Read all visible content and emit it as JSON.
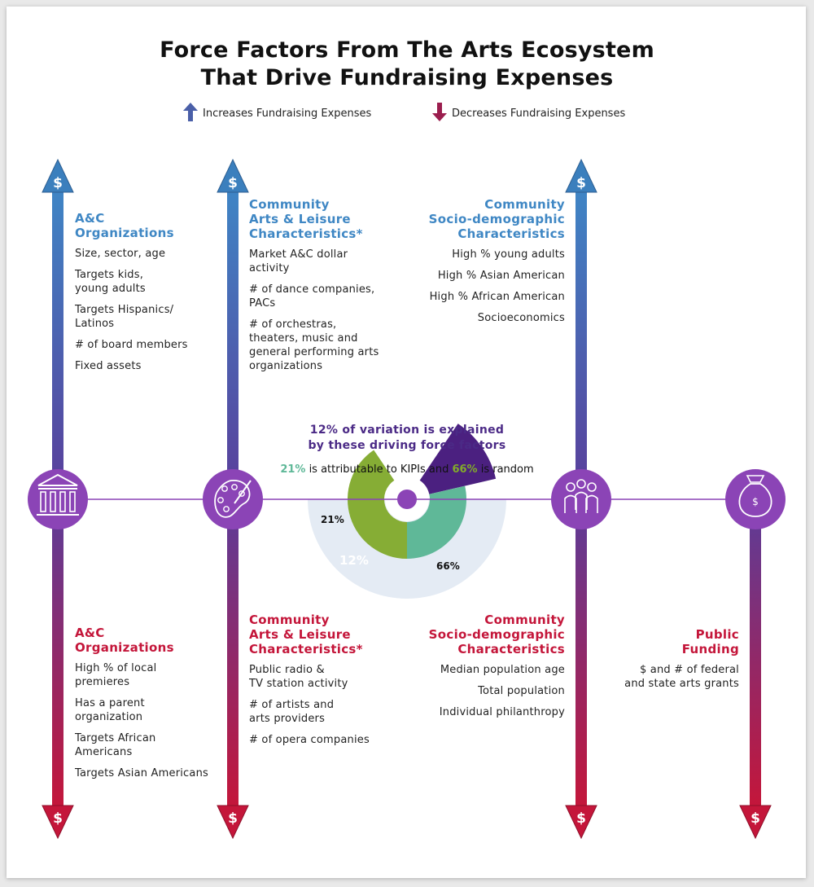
{
  "title": {
    "line1": "Force Factors From The Arts Ecosystem",
    "line2": "That Drive Fundraising Expenses"
  },
  "legend": {
    "increase": "Increases Fundraising Expenses",
    "decrease": "Decreases Fundraising Expenses",
    "increase_color": "#4a5fa8",
    "decrease_color": "#9b1e4e"
  },
  "currency_symbol": "$",
  "columns": [
    {
      "id": "org",
      "icon": "museum-icon"
    },
    {
      "id": "arts",
      "icon": "palette-icon"
    },
    {
      "id": "socio",
      "icon": "people-icon"
    },
    {
      "id": "public",
      "icon": "money-bag-icon"
    }
  ],
  "increase_sections": {
    "org": {
      "heading": [
        "A&C",
        "Organizations"
      ],
      "items": [
        [
          "Size, sector, age"
        ],
        [
          "Targets kids,",
          "young adults"
        ],
        [
          "Targets Hispanics/",
          "Latinos"
        ],
        [
          "# of board members"
        ],
        [
          "Fixed assets"
        ]
      ]
    },
    "arts": {
      "heading": [
        "Community",
        "Arts & Leisure",
        "Characteristics*"
      ],
      "items": [
        [
          "Market A&C dollar",
          "activity"
        ],
        [
          "# of dance companies,",
          "PACs"
        ],
        [
          "# of orchestras,",
          "theaters, music and",
          "general performing arts",
          "organizations"
        ]
      ]
    },
    "socio": {
      "heading": [
        "Community",
        "Socio-demographic",
        "Characteristics"
      ],
      "items": [
        [
          "High % young adults"
        ],
        [
          "High % Asian American"
        ],
        [
          "High %  African American"
        ],
        [
          "Socioeconomics"
        ]
      ]
    }
  },
  "decrease_sections": {
    "org": {
      "heading": [
        "A&C",
        "Organizations"
      ],
      "items": [
        [
          "High % of local",
          "premieres"
        ],
        [
          "Has a parent",
          "organization"
        ],
        [
          "Targets African",
          "Americans"
        ],
        [
          "Targets Asian Americans"
        ]
      ]
    },
    "arts": {
      "heading": [
        "Community",
        "Arts & Leisure",
        "Characteristics*"
      ],
      "items": [
        [
          "Public radio &",
          "TV station activity"
        ],
        [
          "# of artists and",
          "arts providers"
        ],
        [
          "# of opera companies"
        ]
      ]
    },
    "socio": {
      "heading": [
        "Community",
        "Socio-demographic",
        "Characteristics"
      ],
      "items": [
        [
          "Median population age"
        ],
        [
          "Total population"
        ],
        [
          "Individual philanthropy"
        ]
      ]
    },
    "public": {
      "heading": [
        "Public",
        "Funding"
      ],
      "items": [
        [
          "$ and # of federal",
          "and state arts grants"
        ]
      ]
    }
  },
  "center": {
    "headline1": "12% of variation is explained",
    "headline2": "by these driving force factors",
    "sub_pct_kipi": "21%",
    "sub_mid": " is attributable to KIPIs and ",
    "sub_pct_random": "66%",
    "sub_end": " is random"
  },
  "chart_data": {
    "type": "pie",
    "slices": [
      {
        "label": "12%",
        "value": 12,
        "color": "#4b2080"
      },
      {
        "label": "21%",
        "value": 21,
        "color": "#5fb898"
      },
      {
        "label": "66%",
        "value": 66,
        "color": "#86ad35"
      }
    ]
  },
  "colors": {
    "arrow_top": "#3f85c5",
    "arrow_mid": "#5a3d9a",
    "arrow_bottom": "#c4163a",
    "circle": "#8b44b6",
    "line": "#8b44b6",
    "pie_bg": "#e4ebf4"
  }
}
